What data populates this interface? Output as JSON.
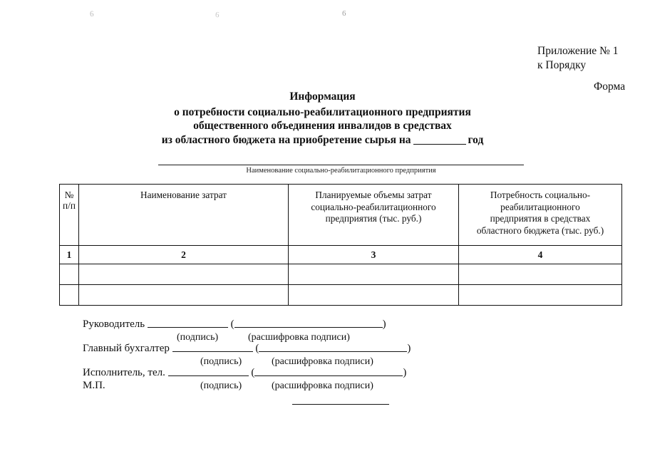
{
  "scan_artifacts": {
    "marks": [
      "6",
      "6",
      "6"
    ]
  },
  "corner": {
    "appendix_line": "Приложение № 1",
    "order_line": "к Порядку",
    "form_label": "Форма"
  },
  "title": {
    "line1": "Информация",
    "line2": "о потребности социально-реабилитационного предприятия",
    "line3": "общественного объединения инвалидов в средствах",
    "line4_before": "из областного бюджета на приобретение сырья на",
    "line4_after": "год"
  },
  "caption": {
    "text": "Наименование социально-реабилитационного предприятия"
  },
  "table": {
    "headers": {
      "col1": [
        "№",
        "п/п"
      ],
      "col2": [
        "Наименование затрат"
      ],
      "col3": [
        "Планируемые объемы затрат",
        "социально-реабилитационного",
        "предприятия (тыс. руб.)"
      ],
      "col4": [
        "Потребность социально-",
        "реабилитационного",
        "предприятия в средствах",
        "областного бюджета (тыс. руб.)"
      ]
    },
    "number_row": [
      "1",
      "2",
      "3",
      "4"
    ],
    "empty_rows": 2
  },
  "signatures": {
    "rows": [
      {
        "label": "Руководитель",
        "signature_caption": "(подпись)",
        "decoding_caption": "(расшифровка подписи)"
      },
      {
        "label": "Главный бухгалтер",
        "signature_caption": "(подпись)",
        "decoding_caption": "(расшифровка подписи)"
      },
      {
        "label": "Исполнитель, тел.",
        "signature_caption": "(подпись)",
        "decoding_caption": "(расшифровка подписи)"
      }
    ],
    "stamp_label": "М.П.",
    "open_paren": "(",
    "close_paren": ")"
  }
}
